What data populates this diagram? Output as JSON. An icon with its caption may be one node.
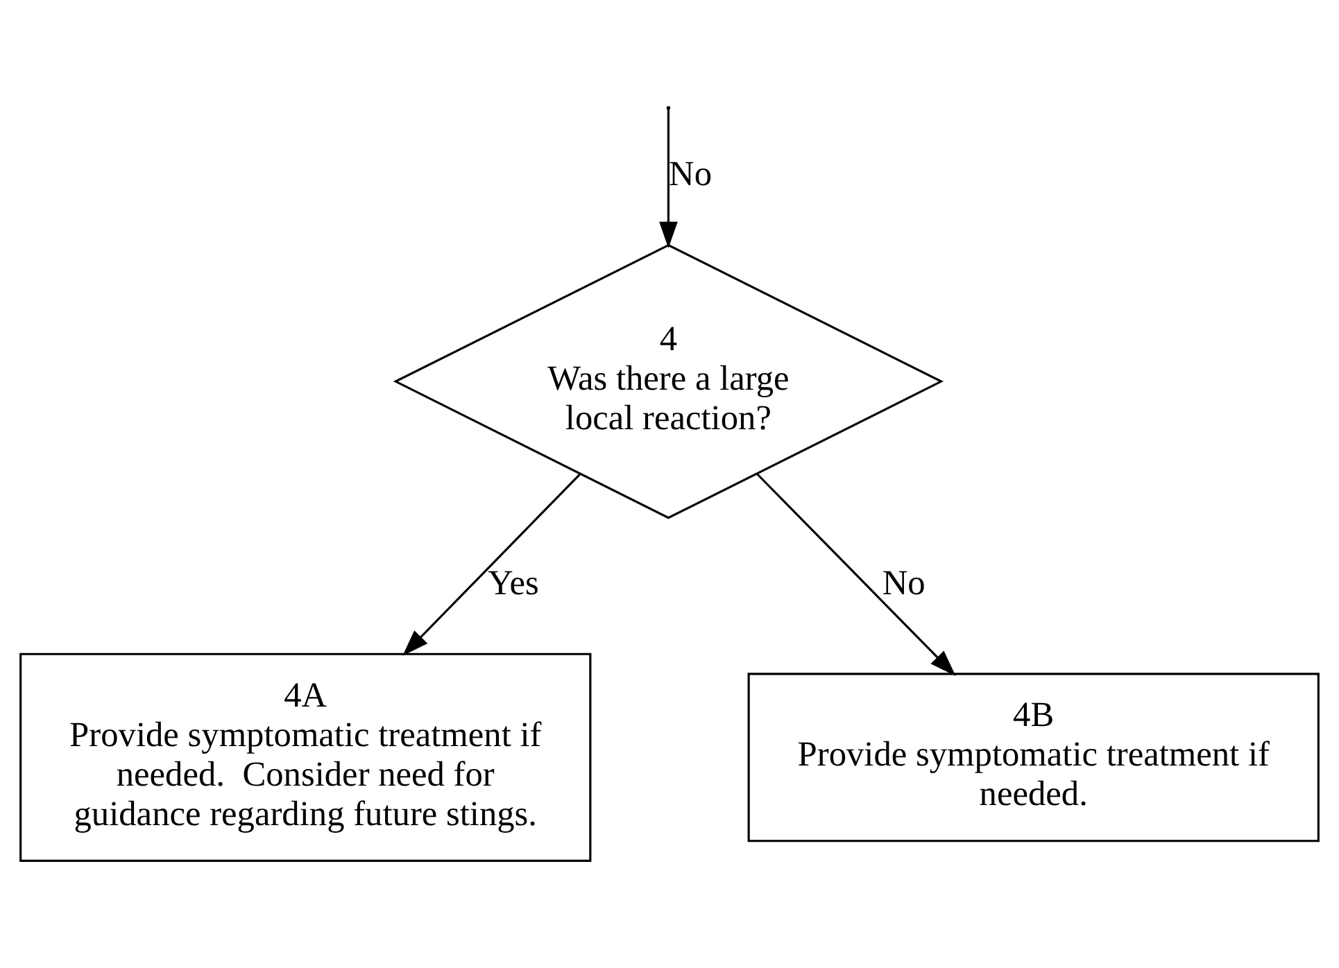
{
  "diagram": {
    "nodes": [
      {
        "text": [
          "4",
          "Was there a large local reaction?"
        ]
      },
      {
        "text": [
          "4A",
          "Provide symptomatic treatment if needed.  Consider need for guidance regarding future stings."
        ]
      },
      {
        "text": [
          "4B",
          "Provide symptomatic treatment if needed."
        ]
      }
    ],
    "edges": [
      {
        "from": null,
        "to": 0,
        "arrow": "to",
        "label": "No"
      },
      {
        "from": 0,
        "to": 1,
        "arrow": "to",
        "label": "Yes"
      },
      {
        "from": 0,
        "to": 2,
        "arrow": "to",
        "label": "No"
      }
    ]
  }
}
